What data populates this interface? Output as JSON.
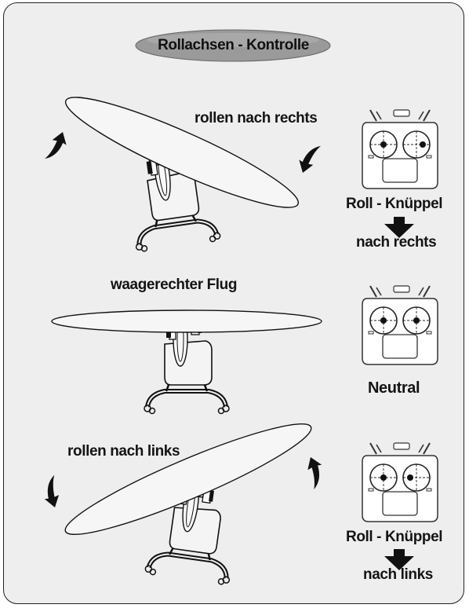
{
  "title": "Rollachsen - Kontrolle",
  "sections": [
    {
      "caption": "rollen nach rechts",
      "stick_label": "Roll - Knüppel",
      "direction_label": "nach rechts"
    },
    {
      "caption": "waagerechter Flug",
      "stick_label": "Neutral"
    },
    {
      "caption": "rollen nach links",
      "stick_label": "Roll - Knüppel",
      "direction_label": "nach links"
    }
  ],
  "colors": {
    "background": "#eeeeee",
    "pill": "#9a9a9a",
    "ink": "#141414"
  }
}
